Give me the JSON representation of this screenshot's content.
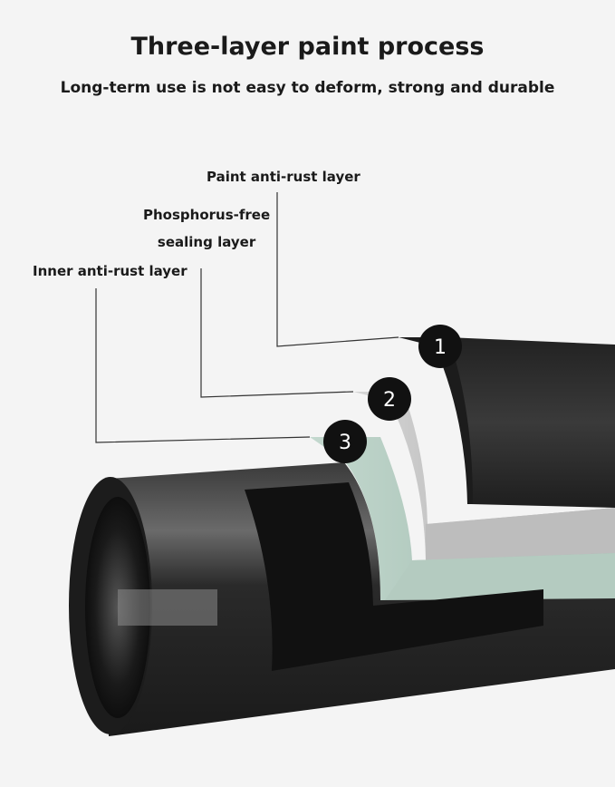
{
  "header": {
    "title": "Three-layer paint process",
    "subtitle": "Long-term use is not easy to deform, strong and durable"
  },
  "layers": [
    {
      "number": "1",
      "label": "Paint anti-rust layer"
    },
    {
      "number": "2",
      "label_line1": "Phosphorus-free",
      "label_line2": "sealing layer"
    },
    {
      "number": "3",
      "label": "Inner anti-rust layer"
    }
  ],
  "colors": {
    "background": "#f4f4f4",
    "tube_dark": "#2a2a2a",
    "sealing_layer": "#b9b9b9",
    "inner_layer": "#a9c4b8",
    "badge": "#111111"
  }
}
